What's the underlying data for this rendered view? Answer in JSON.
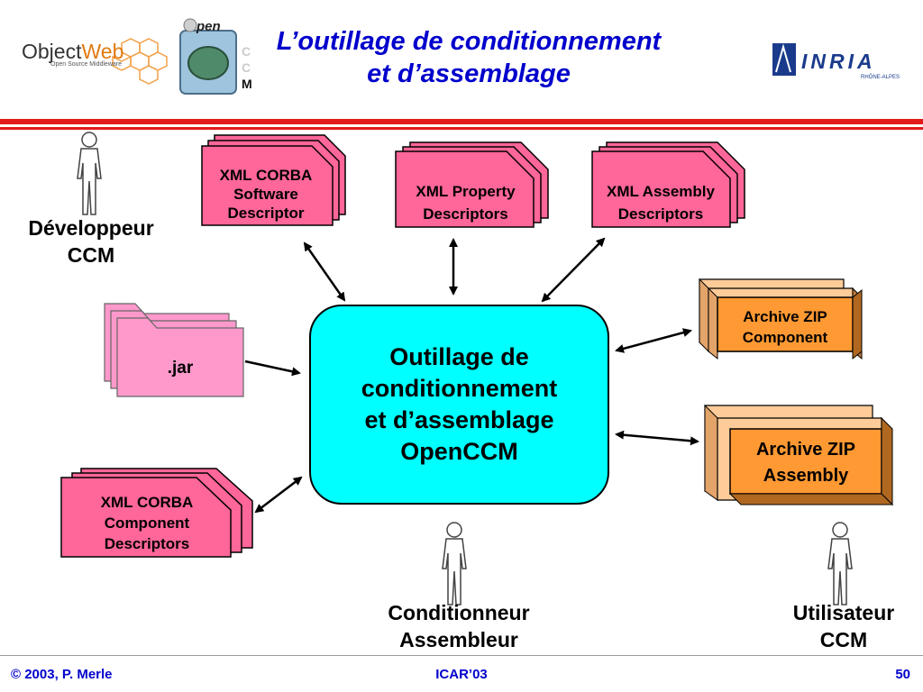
{
  "header": {
    "title_line1": "L’outillage de conditionnement",
    "title_line2": "et d’assemblage",
    "logo_objectweb": {
      "name_part1": "Object",
      "name_part2": "Web",
      "tagline": "Open Source Middleware"
    },
    "logo_openccm": {
      "letters": [
        "pen",
        "C",
        "C",
        "M"
      ]
    },
    "logo_inria": {
      "name": "INRIA",
      "sub": "RHÔNE-ALPES"
    }
  },
  "actors": {
    "developer": {
      "line1": "Développeur",
      "line2": "CCM"
    },
    "packager": {
      "line1": "Conditionneur",
      "line2": "Assembleur"
    },
    "user": {
      "line1": "Utilisateur",
      "line2": "CCM"
    }
  },
  "documents": {
    "software_descriptor": [
      "XML CORBA",
      "Software",
      "Descriptor"
    ],
    "property_descriptors": [
      "XML Property",
      "Descriptors"
    ],
    "assembly_descriptors": [
      "XML Assembly",
      "Descriptors"
    ],
    "component_descriptors": [
      "XML CORBA",
      "Component",
      "Descriptors"
    ],
    "jar": ".jar"
  },
  "archives": {
    "component": [
      "Archive ZIP",
      "Component"
    ],
    "assembly": [
      "Archive ZIP",
      "Assembly"
    ]
  },
  "central_tool": [
    "Outillage de",
    "conditionnement",
    "et d’assemblage",
    "OpenCCM"
  ],
  "footer": {
    "left": "© 2003, P. Merle",
    "center": "ICAR’03",
    "right": "50"
  },
  "colors": {
    "title": "#0000cc",
    "document_fill": "#ff6699",
    "jar_fill": "#ff99cc",
    "archive_fill": "#ffcc99",
    "archive_front": "#ff9933",
    "central_fill": "#00ffff",
    "rule": "#e31b1b"
  }
}
